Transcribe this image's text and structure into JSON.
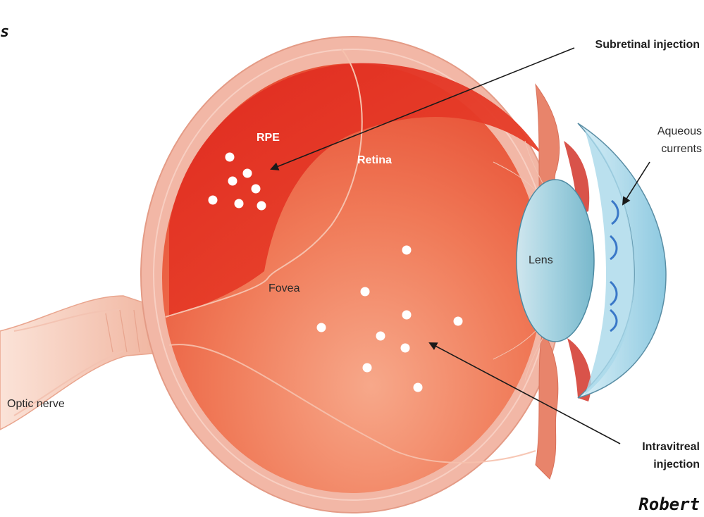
{
  "labels": {
    "rpe": "RPE",
    "retina": "Retina",
    "fovea": "Fovea",
    "lens": "Lens",
    "optic_nerve": "Optic nerve",
    "subretinal_injection": "Subretinal injection",
    "aqueous_line1": "Aqueous",
    "aqueous_line2": "currents",
    "intravitreal_line1": "Intravitreal",
    "intravitreal_line2": "injection",
    "author": "Robert",
    "edge_glyph": "s"
  },
  "colors": {
    "sclera": "#f2b7a6",
    "retina_red": "#e03425",
    "vitreous_orange": "#ef6a4a",
    "lens_blue": "#9fd2e0",
    "cornea_blue": "#bfe3f0",
    "arrow": "#1a1a1a"
  }
}
